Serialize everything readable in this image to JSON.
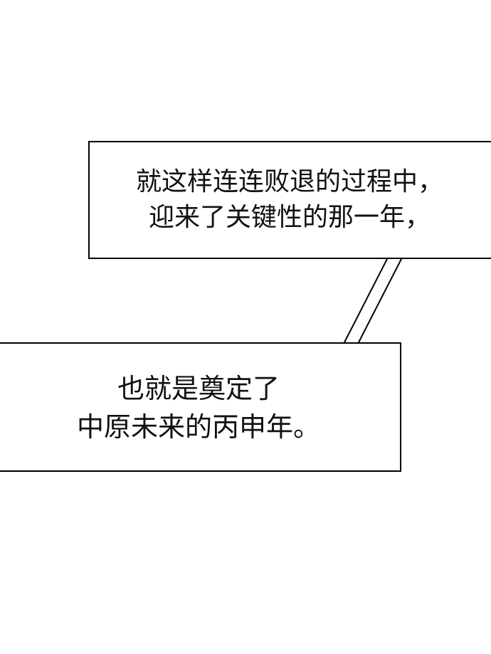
{
  "captions": {
    "top": {
      "lines": [
        "就这样连连败退的过程中，",
        "迎来了关键性的那一年，"
      ]
    },
    "bottom": {
      "lines": [
        "也就是奠定了",
        "中原未来的丙申年。"
      ]
    }
  },
  "colors": {
    "background": "#ffffff",
    "border": "#000000",
    "text": "#111111"
  }
}
